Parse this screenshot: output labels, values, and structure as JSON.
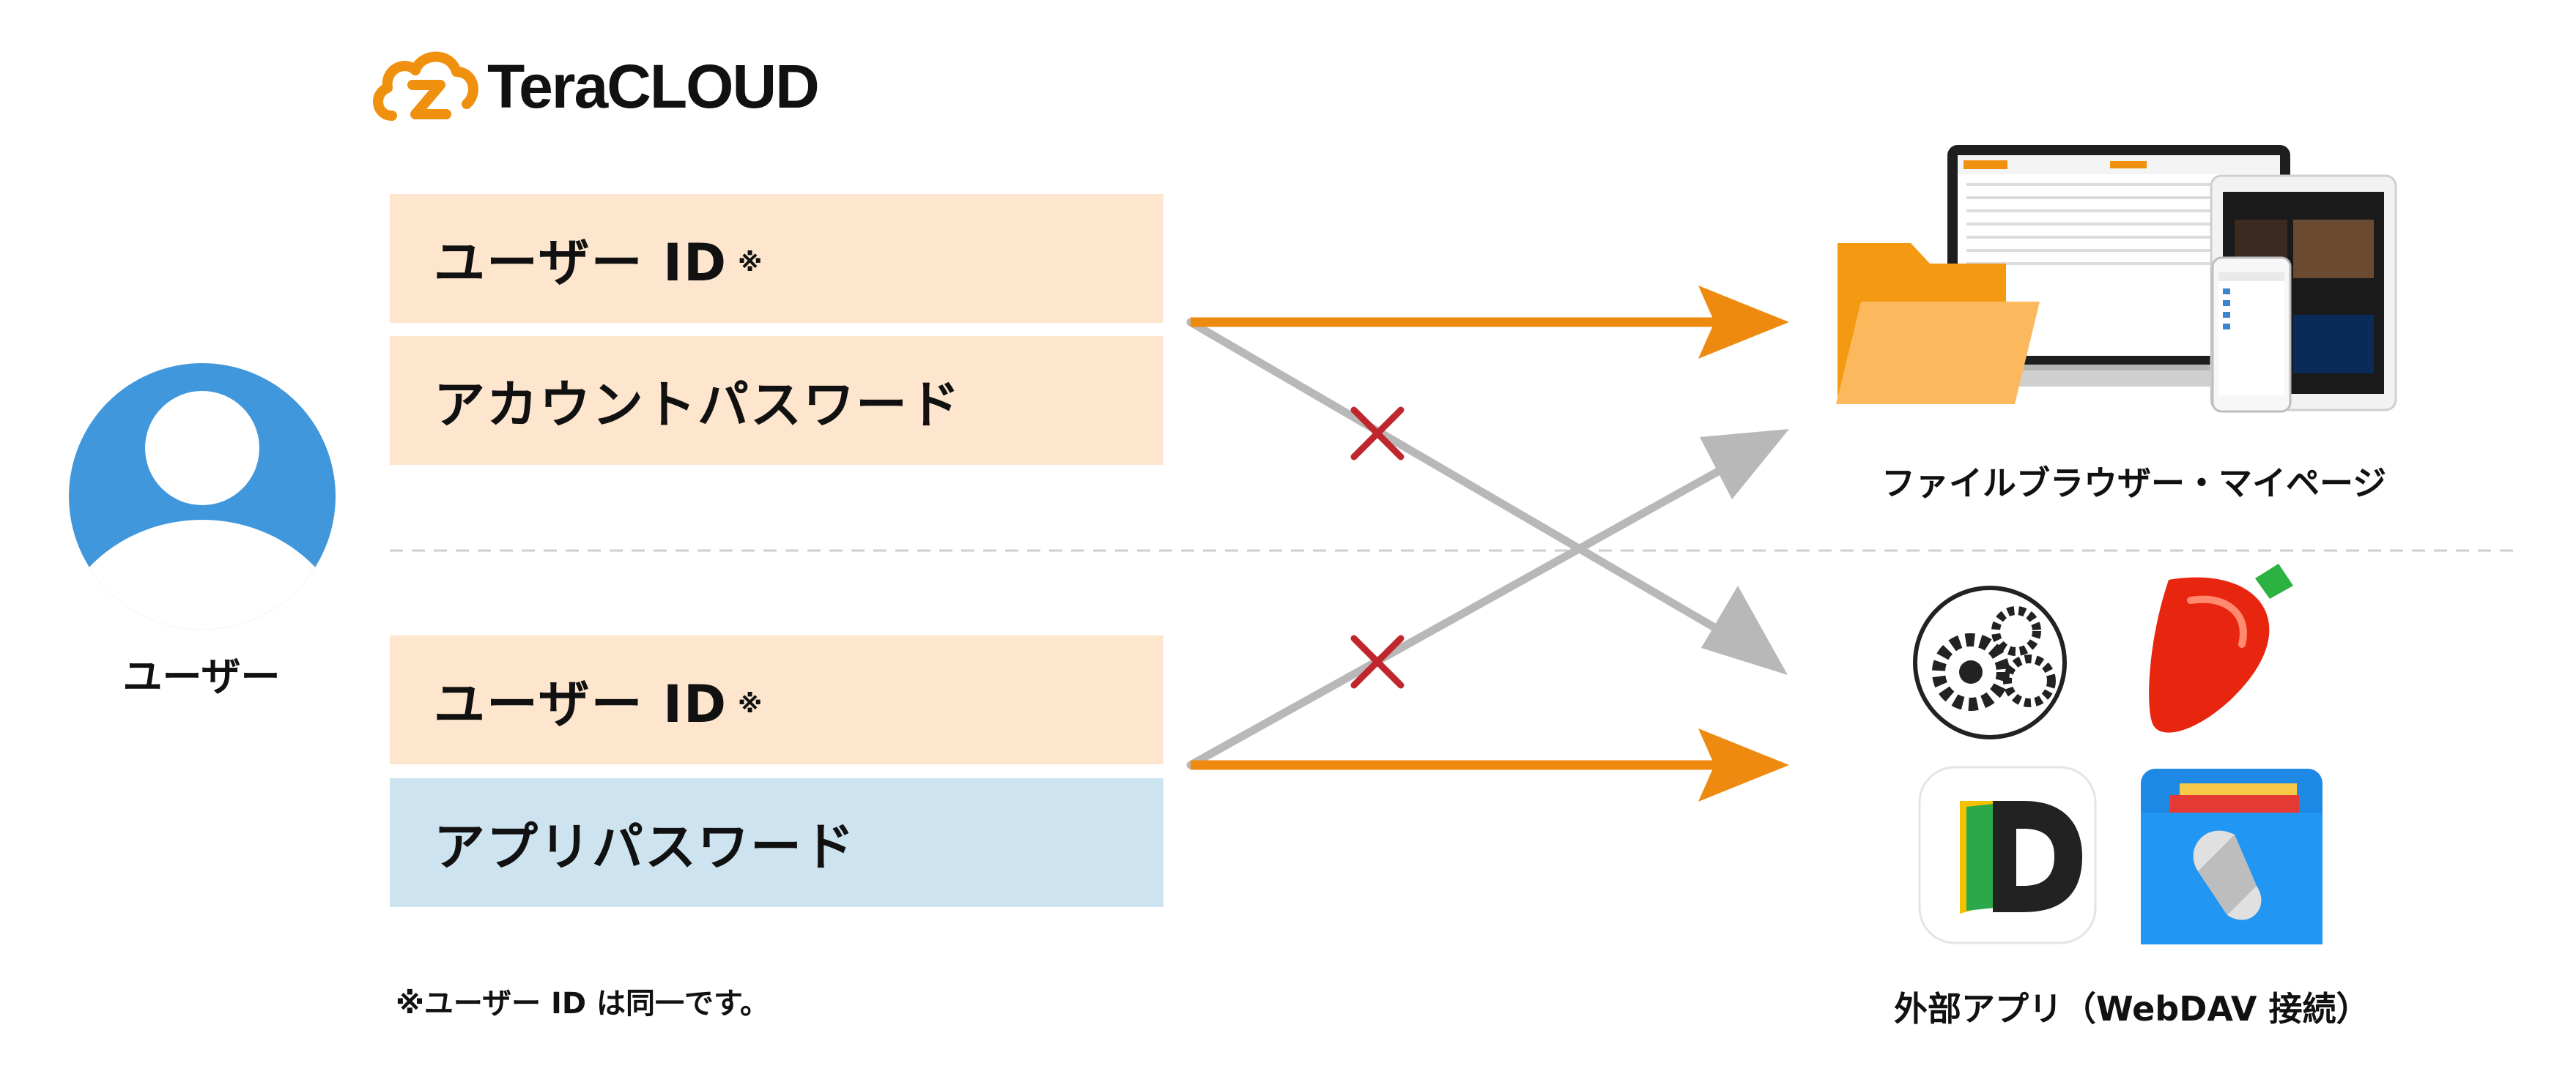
{
  "brand": {
    "name": "TeraCLOUD",
    "color": "#f0900f"
  },
  "user": {
    "label": "ユーザー",
    "icon": "user-avatar-icon",
    "color": "#4197dc"
  },
  "browser_flow": {
    "user_id_label": "ユーザー ID",
    "note_mark": "※",
    "password_label": "アカウントパスワード",
    "destination_label": "ファイルブラウザー・マイページ"
  },
  "app_flow": {
    "user_id_label": "ユーザー ID",
    "note_mark": "※",
    "password_label": "アプリパスワード",
    "destination_label": "外部アプリ（WebDAV 接続）"
  },
  "footnote": "※ユーザー ID は同一です。",
  "colors": {
    "allowed_arrow": "#ee8a10",
    "denied_arrow": "#b8b8b8",
    "deny_mark": "#c0272d",
    "account_box": "#fde6cd",
    "app_box": "#cde3f0"
  },
  "app_icons": [
    "gears-app-icon",
    "carrot-app-icon",
    "documents-app-icon",
    "solid-explorer-app-icon"
  ]
}
